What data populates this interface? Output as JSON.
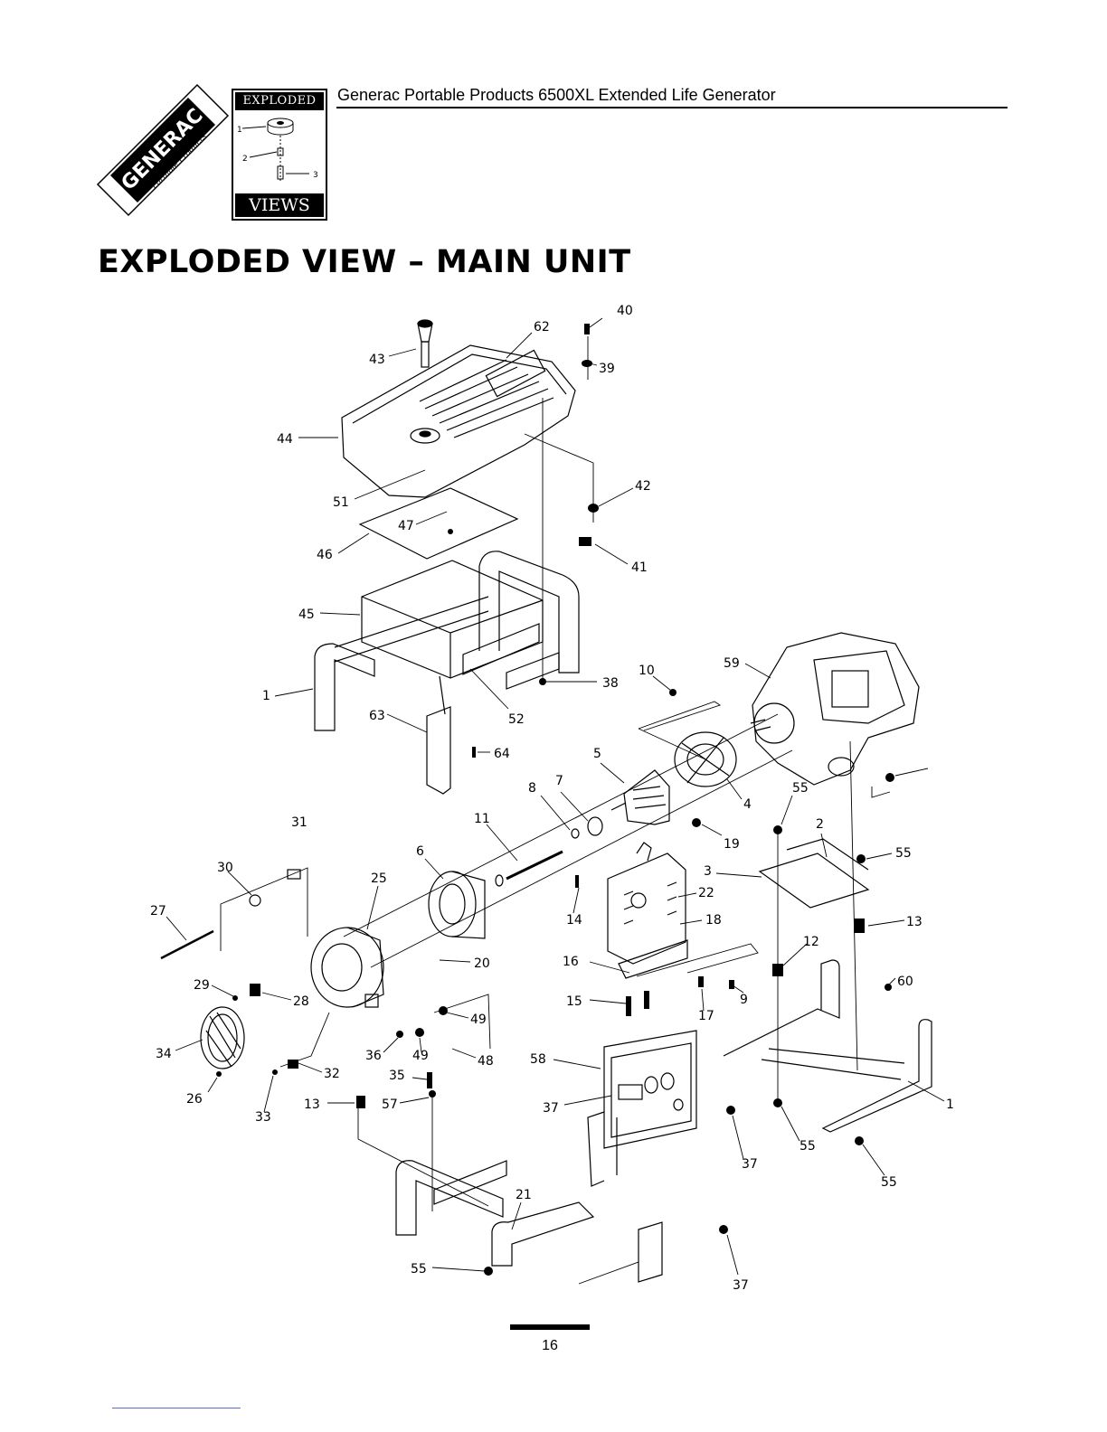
{
  "header": {
    "brand": "GENERAC",
    "brand_sub": "Portable Products",
    "badge_top": "EXPLODED",
    "badge_bottom": "VIEWS",
    "badge_callouts": [
      "1",
      "2",
      "3"
    ],
    "title": "Generac Portable Products 6500XL Extended Life Generator"
  },
  "page_title": "EXPLODED VIEW – MAIN UNIT",
  "diagram": {
    "callouts": [
      "40",
      "62",
      "43",
      "39",
      "44",
      "42",
      "51",
      "47",
      "46",
      "41",
      "45",
      "1",
      "38",
      "10",
      "59",
      "63",
      "52",
      "64",
      "5",
      "8",
      "7",
      "4",
      "55",
      "31",
      "11",
      "19",
      "6",
      "30",
      "25",
      "2",
      "55",
      "3",
      "22",
      "27",
      "14",
      "18",
      "13",
      "20",
      "12",
      "16",
      "60",
      "29",
      "28",
      "9",
      "15",
      "17",
      "49",
      "34",
      "36",
      "49",
      "48",
      "58",
      "37",
      "32",
      "26",
      "33",
      "13",
      "35",
      "57",
      "37",
      "55",
      "1",
      "55",
      "21",
      "55",
      "37"
    ]
  },
  "footer": {
    "page_number": "16"
  }
}
